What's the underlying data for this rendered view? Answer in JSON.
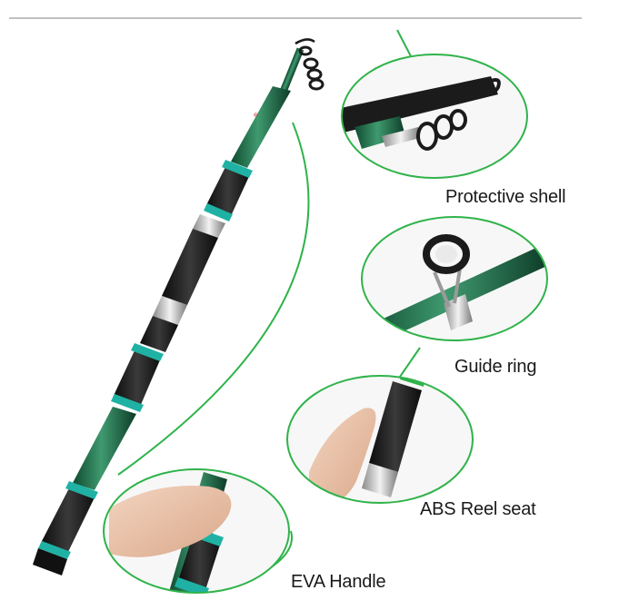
{
  "labels": {
    "protective_shell": "Protective shell",
    "guide_ring": "Guide ring",
    "reel_seat": "ABS Reel seat",
    "eva_handle": "EVA Handle"
  },
  "colors": {
    "accent_green": "#2fb34a",
    "rod_green": "#1f6a4a",
    "grip_black": "#1b1b1b",
    "collar_teal": "#1fb2a4",
    "chrome": "#c8c8c8",
    "divider": "#9a9a9a",
    "skin": "#e8c3a8"
  }
}
